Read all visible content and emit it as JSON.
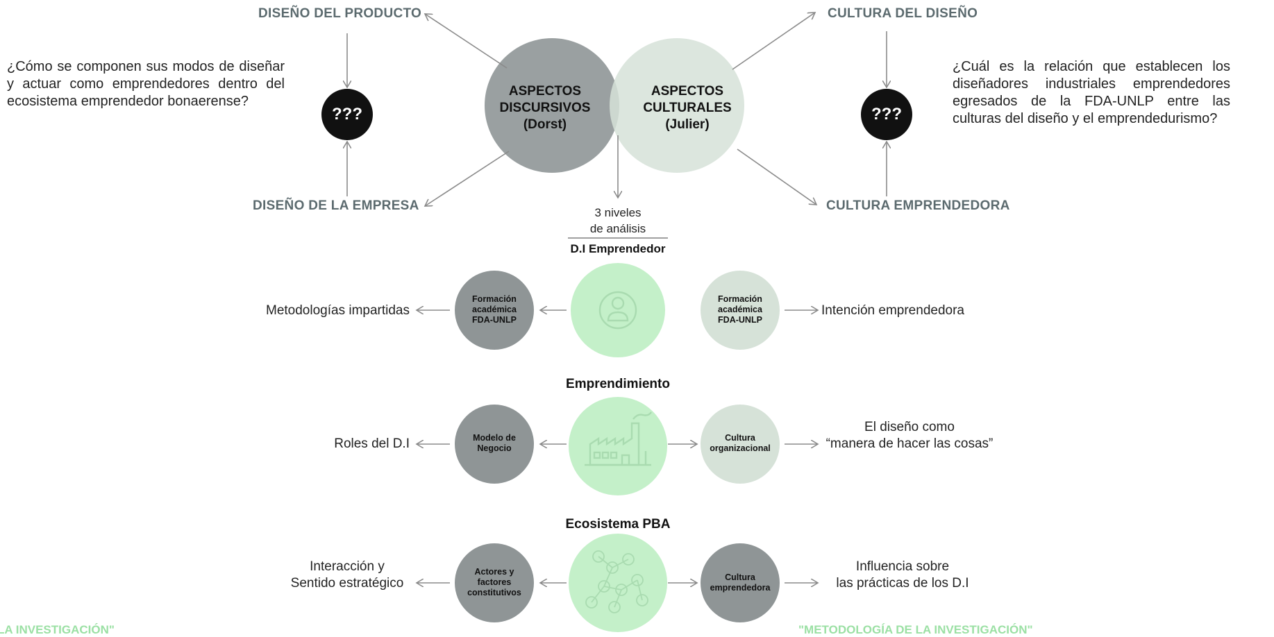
{
  "top": {
    "left_circle": {
      "line1": "ASPECTOS",
      "line2": "DISCURSIVOS",
      "line3": "(Dorst)"
    },
    "right_circle": {
      "line1": "ASPECTOS",
      "line2": "CULTURALES",
      "line3": "(Julier)"
    },
    "labels": {
      "diseno_producto": "DISEÑO DEL PRODUCTO",
      "diseno_empresa": "DISEÑO DE LA EMPRESA",
      "cultura_diseno": "CULTURA DEL DISEÑO",
      "cultura_emprendedora": "CULTURA EMPRENDEDORA"
    },
    "unknown_marker": "???",
    "question_left": "¿Cómo se componen sus modos de diseñar y actuar como emprendedores dentro del ecosistema emprendedor bonaerense?",
    "question_right": "¿Cuál es la relación que establecen los diseñadores industriales emprendedores egresados de la FDA-UNLP entre las culturas del diseño y el emprendedurismo?",
    "levels_line1": "3 niveles",
    "levels_line2": "de análisis"
  },
  "rows": [
    {
      "title": "D.I Emprendedor",
      "center_icon": "person-icon",
      "left_circle": [
        "Formación",
        "académica",
        "FDA-UNLP"
      ],
      "right_circle": [
        "Formación",
        "académica",
        "FDA-UNLP"
      ],
      "left_text": [
        "Metodologías impartidas"
      ],
      "right_text": [
        "Intención emprendedora"
      ]
    },
    {
      "title": "Emprendimiento",
      "center_icon": "factory-icon",
      "left_circle": [
        "Modelo de",
        "Negocio"
      ],
      "right_circle": [
        "Cultura",
        "organizacional"
      ],
      "left_text": [
        "Roles del D.I"
      ],
      "right_text": [
        "El diseño como",
        "“manera de hacer las cosas”"
      ]
    },
    {
      "title": "Ecosistema PBA",
      "center_icon": "network-icon",
      "left_circle": [
        "Actores y",
        "factores",
        "constitutivos"
      ],
      "right_circle": [
        "Cultura",
        "emprendedora"
      ],
      "left_text": [
        "Interacción y",
        "Sentido estratégico"
      ],
      "right_text": [
        "Influencia sobre",
        "las prácticas  de los D.I"
      ]
    }
  ],
  "footer": {
    "left": "LA INVESTIGACIÓN\"",
    "right": "\"METODOLOGÍA DE LA INVESTIGACIÓN\""
  },
  "colors": {
    "dark_grey": "#959b9c",
    "mid_grey": "#8f9596",
    "light_sage": "#d6e2d8",
    "mint": "#c4f0c9",
    "black_marker": "#111111",
    "arrow": "#8a8a8a"
  }
}
